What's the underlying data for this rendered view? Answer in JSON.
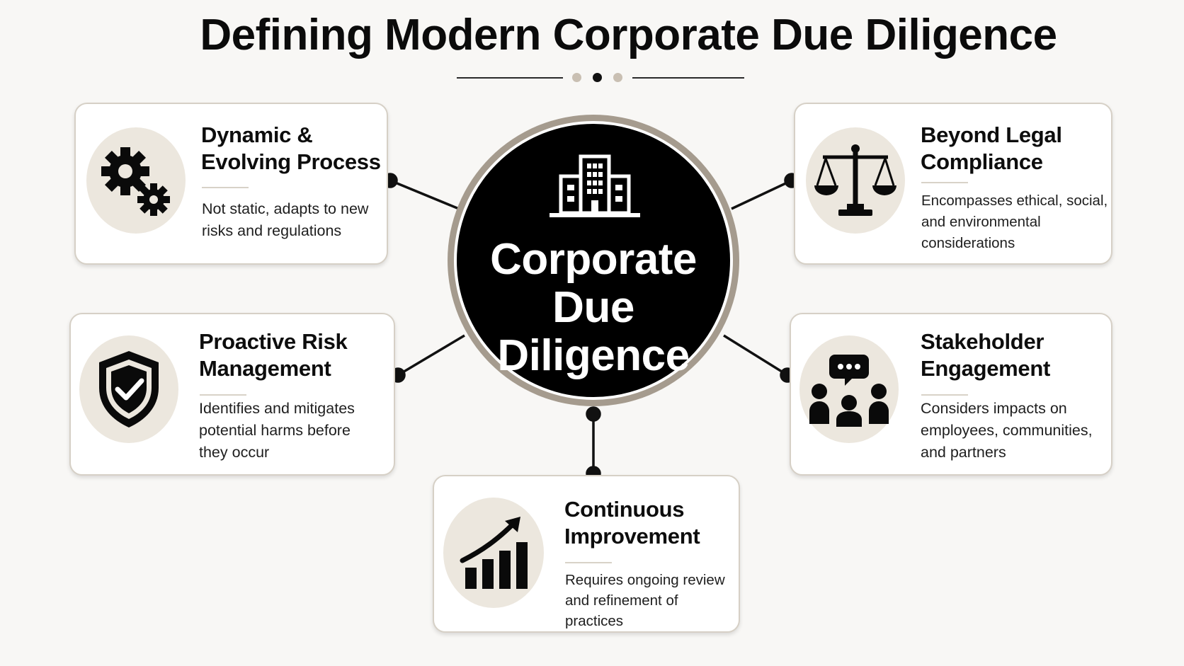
{
  "title": "Defining Modern Corporate Due Diligence",
  "center": {
    "label": "Corporate\nDue\nDiligence",
    "icon": "building-icon"
  },
  "colors": {
    "background": "#f8f7f5",
    "hub_fill": "#000000",
    "hub_ring": "#a59b8e",
    "icon_circle": "#ece7de",
    "card_border": "#d6d0c6",
    "divider_dot_light": "#c9bfb2",
    "divider_dot_dark": "#111111"
  },
  "cards": {
    "dynamic": {
      "title": "Dynamic &\nEvolving Process",
      "desc": "Not static, adapts to new\nrisks and regulations",
      "icon": "gears-icon"
    },
    "legal": {
      "title": "Beyond Legal\nCompliance",
      "desc": "Encompasses ethical, social,\nand environmental\nconsiderations",
      "icon": "scales-icon"
    },
    "risk": {
      "title": "Proactive Risk\nManagement",
      "desc": "Identifies and mitigates\npotential harms before\nthey occur",
      "icon": "shield-check-icon"
    },
    "stakeholder": {
      "title": "Stakeholder\nEngagement",
      "desc": "Considers impacts on\nemployees, communities,\nand partners",
      "icon": "people-chat-icon"
    },
    "improvement": {
      "title": "Continuous\nImprovement",
      "desc": "Requires ongoing review\nand refinement of practices",
      "icon": "growth-chart-icon"
    }
  }
}
